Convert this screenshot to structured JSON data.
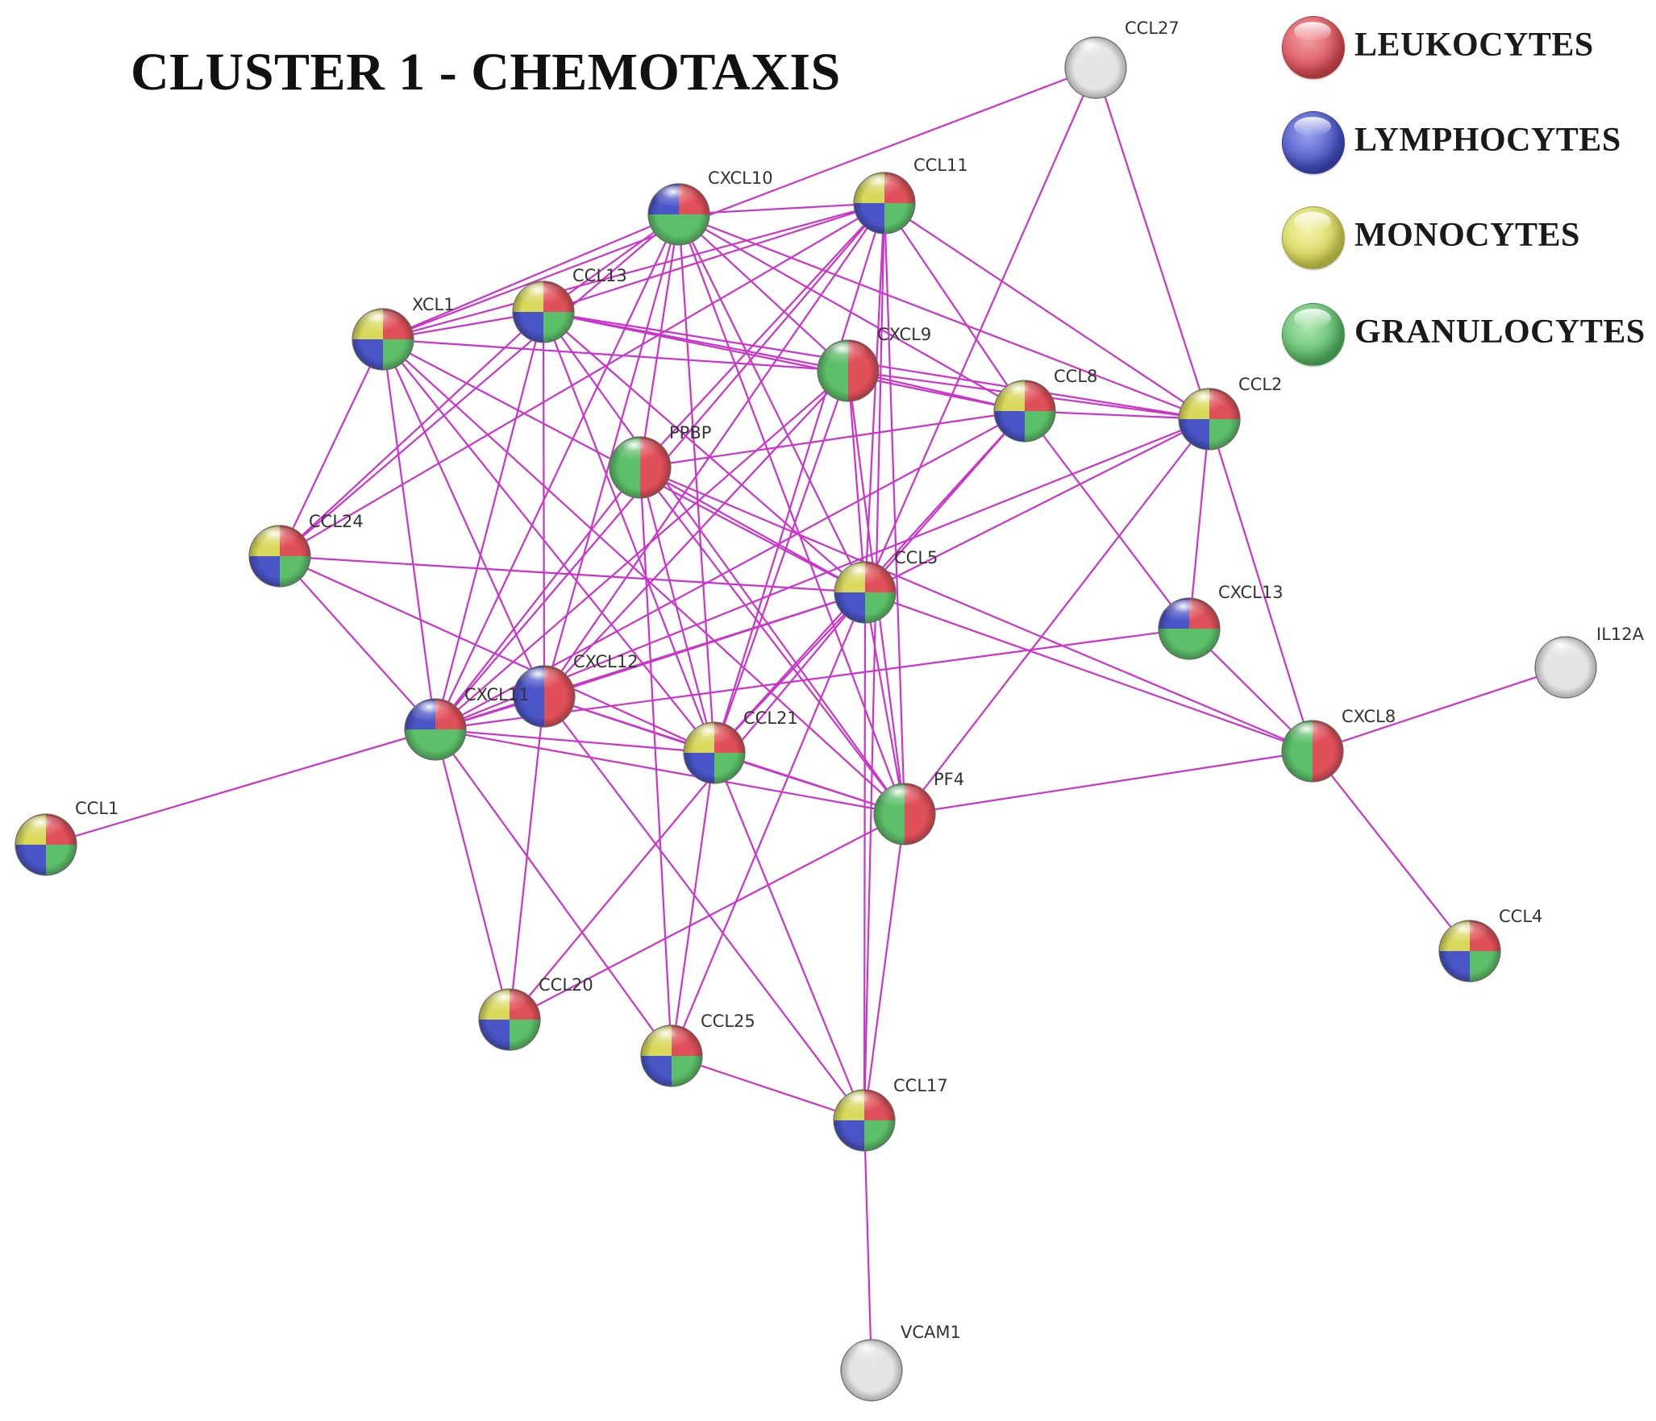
{
  "title": "CLUSTER 1 - CHEMOTAXIS",
  "legend": [
    {
      "label": "LEUKOCYTES",
      "color": "#e0505a",
      "icon": "leukocyte-ball-icon"
    },
    {
      "label": "LYMPHOCYTES",
      "color": "#4a55c8",
      "icon": "lymphocyte-ball-icon"
    },
    {
      "label": "MONOCYTES",
      "color": "#d8d85a",
      "icon": "monocyte-ball-icon"
    },
    {
      "label": "GRANULOCYTES",
      "color": "#5cc06a",
      "icon": "granulocyte-ball-icon"
    }
  ],
  "colors": {
    "leukocytes": "#e0505a",
    "lymphocytes": "#4a55c8",
    "monocytes": "#d8d85a",
    "granulocytes": "#5cc06a",
    "unassigned": "#e4e4e4",
    "edge": "#cc33cc",
    "edge_secondary": "#99b8e6"
  },
  "nodes": [
    {
      "id": "CCL27",
      "label": "CCL27",
      "groups": []
    },
    {
      "id": "CXCL10",
      "label": "CXCL10",
      "groups": [
        "lymphocytes",
        "leukocytes",
        "granulocytes"
      ]
    },
    {
      "id": "CCL11",
      "label": "CCL11",
      "groups": [
        "monocytes",
        "leukocytes",
        "lymphocytes",
        "granulocytes"
      ]
    },
    {
      "id": "XCL1",
      "label": "XCL1",
      "groups": [
        "monocytes",
        "leukocytes",
        "lymphocytes",
        "granulocytes"
      ]
    },
    {
      "id": "CCL13",
      "label": "CCL13",
      "groups": [
        "monocytes",
        "leukocytes",
        "lymphocytes",
        "granulocytes"
      ]
    },
    {
      "id": "CXCL9",
      "label": "CXCL9",
      "groups": [
        "granulocytes",
        "leukocytes"
      ]
    },
    {
      "id": "CCL8",
      "label": "CCL8",
      "groups": [
        "monocytes",
        "leukocytes",
        "lymphocytes",
        "granulocytes"
      ]
    },
    {
      "id": "CCL2",
      "label": "CCL2",
      "groups": [
        "monocytes",
        "leukocytes",
        "lymphocytes",
        "granulocytes"
      ]
    },
    {
      "id": "PPBP",
      "label": "PPBP",
      "groups": [
        "granulocytes",
        "leukocytes"
      ]
    },
    {
      "id": "CCL24",
      "label": "CCL24",
      "groups": [
        "monocytes",
        "leukocytes",
        "lymphocytes",
        "granulocytes"
      ]
    },
    {
      "id": "CCL5",
      "label": "CCL5",
      "groups": [
        "monocytes",
        "leukocytes",
        "lymphocytes",
        "granulocytes"
      ]
    },
    {
      "id": "CXCL13",
      "label": "CXCL13",
      "groups": [
        "lymphocytes",
        "leukocytes",
        "granulocytes"
      ]
    },
    {
      "id": "IL12A",
      "label": "IL12A",
      "groups": []
    },
    {
      "id": "CXCL12",
      "label": "CXCL12",
      "groups": [
        "lymphocytes",
        "leukocytes"
      ]
    },
    {
      "id": "CXCL11",
      "label": "CXCL11",
      "groups": [
        "lymphocytes",
        "leukocytes",
        "granulocytes"
      ]
    },
    {
      "id": "CCL21",
      "label": "CCL21",
      "groups": [
        "monocytes",
        "leukocytes",
        "lymphocytes",
        "granulocytes"
      ]
    },
    {
      "id": "CXCL8",
      "label": "CXCL8",
      "groups": [
        "granulocytes",
        "leukocytes"
      ]
    },
    {
      "id": "PF4",
      "label": "PF4",
      "groups": [
        "granulocytes",
        "leukocytes"
      ]
    },
    {
      "id": "CCL1",
      "label": "CCL1",
      "groups": [
        "monocytes",
        "leukocytes",
        "lymphocytes",
        "granulocytes"
      ]
    },
    {
      "id": "CCL4",
      "label": "CCL4",
      "groups": [
        "monocytes",
        "leukocytes",
        "lymphocytes",
        "granulocytes"
      ]
    },
    {
      "id": "CCL20",
      "label": "CCL20",
      "groups": [
        "monocytes",
        "leukocytes",
        "lymphocytes",
        "granulocytes"
      ]
    },
    {
      "id": "CCL25",
      "label": "CCL25",
      "groups": [
        "monocytes",
        "leukocytes",
        "lymphocytes",
        "granulocytes"
      ]
    },
    {
      "id": "CCL17",
      "label": "CCL17",
      "groups": [
        "monocytes",
        "leukocytes",
        "lymphocytes",
        "granulocytes"
      ]
    },
    {
      "id": "VCAM1",
      "label": "VCAM1",
      "groups": []
    }
  ],
  "edges": [
    [
      "CCL27",
      "CCL2"
    ],
    [
      "CCL27",
      "XCL1"
    ],
    [
      "CCL27",
      "CCL5"
    ],
    [
      "CXCL10",
      "CCL11"
    ],
    [
      "CXCL10",
      "XCL1"
    ],
    [
      "CXCL10",
      "CCL13"
    ],
    [
      "CXCL10",
      "CXCL9"
    ],
    [
      "CXCL10",
      "CCL8"
    ],
    [
      "CXCL10",
      "CCL2"
    ],
    [
      "CXCL10",
      "CCL5"
    ],
    [
      "CXCL10",
      "CXCL11"
    ],
    [
      "CXCL10",
      "CXCL12"
    ],
    [
      "CXCL10",
      "CCL21"
    ],
    [
      "CXCL10",
      "PF4"
    ],
    [
      "CXCL10",
      "CCL24"
    ],
    [
      "CXCL10",
      "PPBP"
    ],
    [
      "CCL11",
      "XCL1"
    ],
    [
      "CCL11",
      "CCL13"
    ],
    [
      "CCL11",
      "CCL2"
    ],
    [
      "CCL11",
      "CCL8"
    ],
    [
      "CCL11",
      "CCL5"
    ],
    [
      "CCL11",
      "CXCL11"
    ],
    [
      "CCL11",
      "CCL21"
    ],
    [
      "CCL11",
      "PF4"
    ],
    [
      "CCL11",
      "CCL17"
    ],
    [
      "CCL11",
      "PPBP"
    ],
    [
      "CCL11",
      "CXCL12"
    ],
    [
      "CCL11",
      "CCL24"
    ],
    [
      "XCL1",
      "CCL13"
    ],
    [
      "XCL1",
      "CXCL9"
    ],
    [
      "XCL1",
      "CCL24"
    ],
    [
      "XCL1",
      "CXCL11"
    ],
    [
      "XCL1",
      "CCL21"
    ],
    [
      "XCL1",
      "CCL5"
    ],
    [
      "XCL1",
      "PF4"
    ],
    [
      "XCL1",
      "CXCL12"
    ],
    [
      "CCL13",
      "CXCL9"
    ],
    [
      "CCL13",
      "CCL8"
    ],
    [
      "CCL13",
      "CCL2"
    ],
    [
      "CCL13",
      "CCL5"
    ],
    [
      "CCL13",
      "CXCL11"
    ],
    [
      "CCL13",
      "CCL21"
    ],
    [
      "CCL13",
      "PF4"
    ],
    [
      "CCL13",
      "CXCL12"
    ],
    [
      "CCL13",
      "CCL24"
    ],
    [
      "CXCL9",
      "CCL8"
    ],
    [
      "CXCL9",
      "CCL2"
    ],
    [
      "CXCL9",
      "CCL5"
    ],
    [
      "CXCL9",
      "CXCL11"
    ],
    [
      "CXCL9",
      "CCL21"
    ],
    [
      "CXCL9",
      "PF4"
    ],
    [
      "CXCL9",
      "CXCL12"
    ],
    [
      "CCL8",
      "CCL2"
    ],
    [
      "CCL8",
      "CCL5"
    ],
    [
      "CCL8",
      "CXCL11"
    ],
    [
      "CCL8",
      "CXCL13"
    ],
    [
      "CCL8",
      "CCL21"
    ],
    [
      "CCL8",
      "PPBP"
    ],
    [
      "CCL2",
      "CCL5"
    ],
    [
      "CCL2",
      "CXCL8"
    ],
    [
      "CCL2",
      "CXCL13"
    ],
    [
      "CCL2",
      "PF4"
    ],
    [
      "CCL2",
      "CXCL11"
    ],
    [
      "PPBP",
      "CCL5"
    ],
    [
      "PPBP",
      "CXCL11"
    ],
    [
      "PPBP",
      "PF4"
    ],
    [
      "PPBP",
      "CCL25"
    ],
    [
      "PPBP",
      "CCL21"
    ],
    [
      "PPBP",
      "CXCL8"
    ],
    [
      "CCL24",
      "CCL5"
    ],
    [
      "CCL24",
      "CXCL11"
    ],
    [
      "CCL24",
      "CCL21"
    ],
    [
      "CCL5",
      "CXCL11"
    ],
    [
      "CCL5",
      "CXCL12"
    ],
    [
      "CCL5",
      "CCL21"
    ],
    [
      "CCL5",
      "PF4"
    ],
    [
      "CCL5",
      "CXCL8"
    ],
    [
      "CCL5",
      "CCL17"
    ],
    [
      "CCL5",
      "CCL20"
    ],
    [
      "CCL5",
      "CCL25"
    ],
    [
      "CXCL13",
      "CXCL8"
    ],
    [
      "CXCL13",
      "CXCL11"
    ],
    [
      "IL12A",
      "CXCL8"
    ],
    [
      "CXCL12",
      "CCL21"
    ],
    [
      "CXCL12",
      "PF4"
    ],
    [
      "CXCL12",
      "CCL20"
    ],
    [
      "CXCL12",
      "CCL17"
    ],
    [
      "CXCL12",
      "CXCL11"
    ],
    [
      "CXCL11",
      "CCL1"
    ],
    [
      "CXCL11",
      "CCL21"
    ],
    [
      "CXCL11",
      "PF4"
    ],
    [
      "CXCL11",
      "CCL20"
    ],
    [
      "CXCL11",
      "CCL25"
    ],
    [
      "CCL21",
      "PF4"
    ],
    [
      "CCL21",
      "CCL25"
    ],
    [
      "CCL21",
      "CCL17"
    ],
    [
      "CXCL8",
      "PF4"
    ],
    [
      "CXCL8",
      "CCL4"
    ],
    [
      "PF4",
      "CCL17"
    ],
    [
      "PF4",
      "CCL20"
    ],
    [
      "CCL25",
      "CCL17"
    ],
    [
      "CCL17",
      "VCAM1"
    ]
  ]
}
